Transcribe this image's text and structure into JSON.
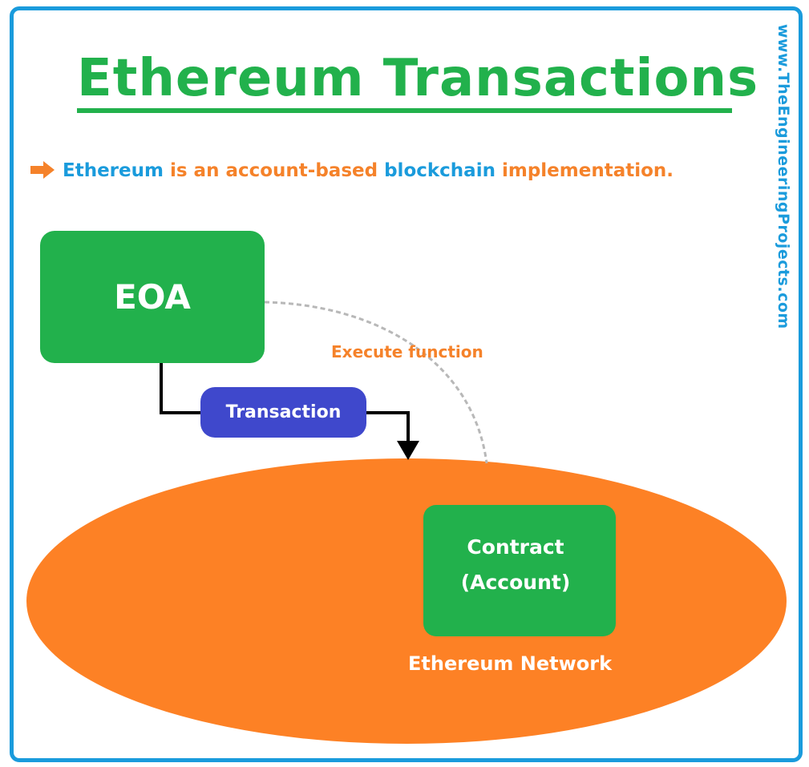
{
  "title": "Ethereum Transactions",
  "subtitle": {
    "part1": "Ethereum",
    "part2": " is an account-based ",
    "part3": "blockchain",
    "part4": " implementation."
  },
  "watermark": "www.TheEngineeringProjects.com",
  "nodes": {
    "eoa": "EOA",
    "transaction": "Transaction",
    "contract_line1": "Contract",
    "contract_line2": "(Account)",
    "network": "Ethereum Network"
  },
  "edges": {
    "execute_function": "Execute function"
  },
  "colors": {
    "green": "#22b14c",
    "blue": "#1a9bdc",
    "orange": "#f5822a",
    "indigo": "#3f48cc"
  }
}
